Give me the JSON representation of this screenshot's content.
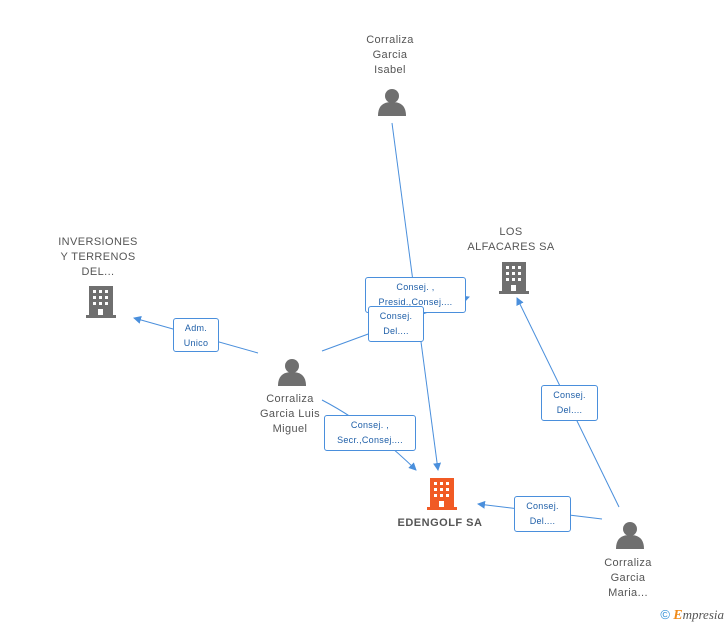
{
  "nodes": {
    "isabel": {
      "lines": [
        "Corraliza",
        "Garcia",
        "Isabel"
      ],
      "kind": "person"
    },
    "inversiones": {
      "lines": [
        "INVERSIONES",
        "Y TERRENOS",
        "DEL..."
      ],
      "kind": "company"
    },
    "los_alfacares": {
      "lines": [
        "LOS",
        "ALFACARES SA"
      ],
      "kind": "company"
    },
    "luis_miguel": {
      "lines": [
        "Corraliza",
        "Garcia Luis",
        "Miguel"
      ],
      "kind": "person"
    },
    "edengolf": {
      "lines": [
        "EDENGOLF SA"
      ],
      "kind": "company-main"
    },
    "maria": {
      "lines": [
        "Corraliza",
        "Garcia",
        "Maria..."
      ],
      "kind": "person"
    }
  },
  "edges": {
    "isabel_edengolf": {
      "lines": [
        "Consej. ,",
        "Presid.,Consej...."
      ]
    },
    "luis_alfacares": {
      "lines": [
        "Consej.",
        "Del...."
      ]
    },
    "luis_inversiones": {
      "lines": [
        "Adm.",
        "Unico"
      ]
    },
    "luis_edengolf": {
      "lines": [
        "Consej. ,",
        "Secr.,Consej...."
      ]
    },
    "maria_alfacares": {
      "lines": [
        "Consej.",
        "Del...."
      ]
    },
    "maria_edengolf": {
      "lines": [
        "Consej.",
        "Del...."
      ]
    }
  },
  "colors": {
    "person": "#6f6f6f",
    "company": "#6f6f6f",
    "main": "#f15a24",
    "edge": "#4a8fdc"
  },
  "footer": {
    "symbol": "©",
    "brand_initial": "E",
    "brand_rest": "mpresia"
  }
}
